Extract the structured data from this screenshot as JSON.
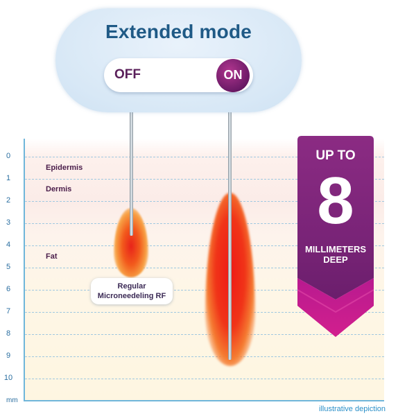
{
  "header": {
    "title": "Extended mode",
    "toggle": {
      "off_label": "OFF",
      "on_label": "ON"
    }
  },
  "axis": {
    "ticks": [
      "0",
      "1",
      "2",
      "3",
      "4",
      "5",
      "6",
      "7",
      "8",
      "9",
      "10"
    ],
    "unit": "mm"
  },
  "layers": {
    "epidermis": "Epidermis",
    "dermis": "Dermis",
    "fat": "Fat"
  },
  "regular_label": {
    "line1": "Regular",
    "line2": "Microneedeling RF"
  },
  "banner": {
    "line1": "UP TO",
    "number": "8",
    "line2": "MILLIMETERS",
    "line3": "DEEP"
  },
  "footnote": "illustrative depiction",
  "colors": {
    "title": "#1f5a86",
    "banner_purple": "#8a2a80",
    "banner_magenta": "#c2188d",
    "knob": "#6a1a66",
    "axis": "#6fb6da",
    "flame": "#ee1a16"
  },
  "depths_mm": {
    "regular": 5,
    "extended": 9
  }
}
